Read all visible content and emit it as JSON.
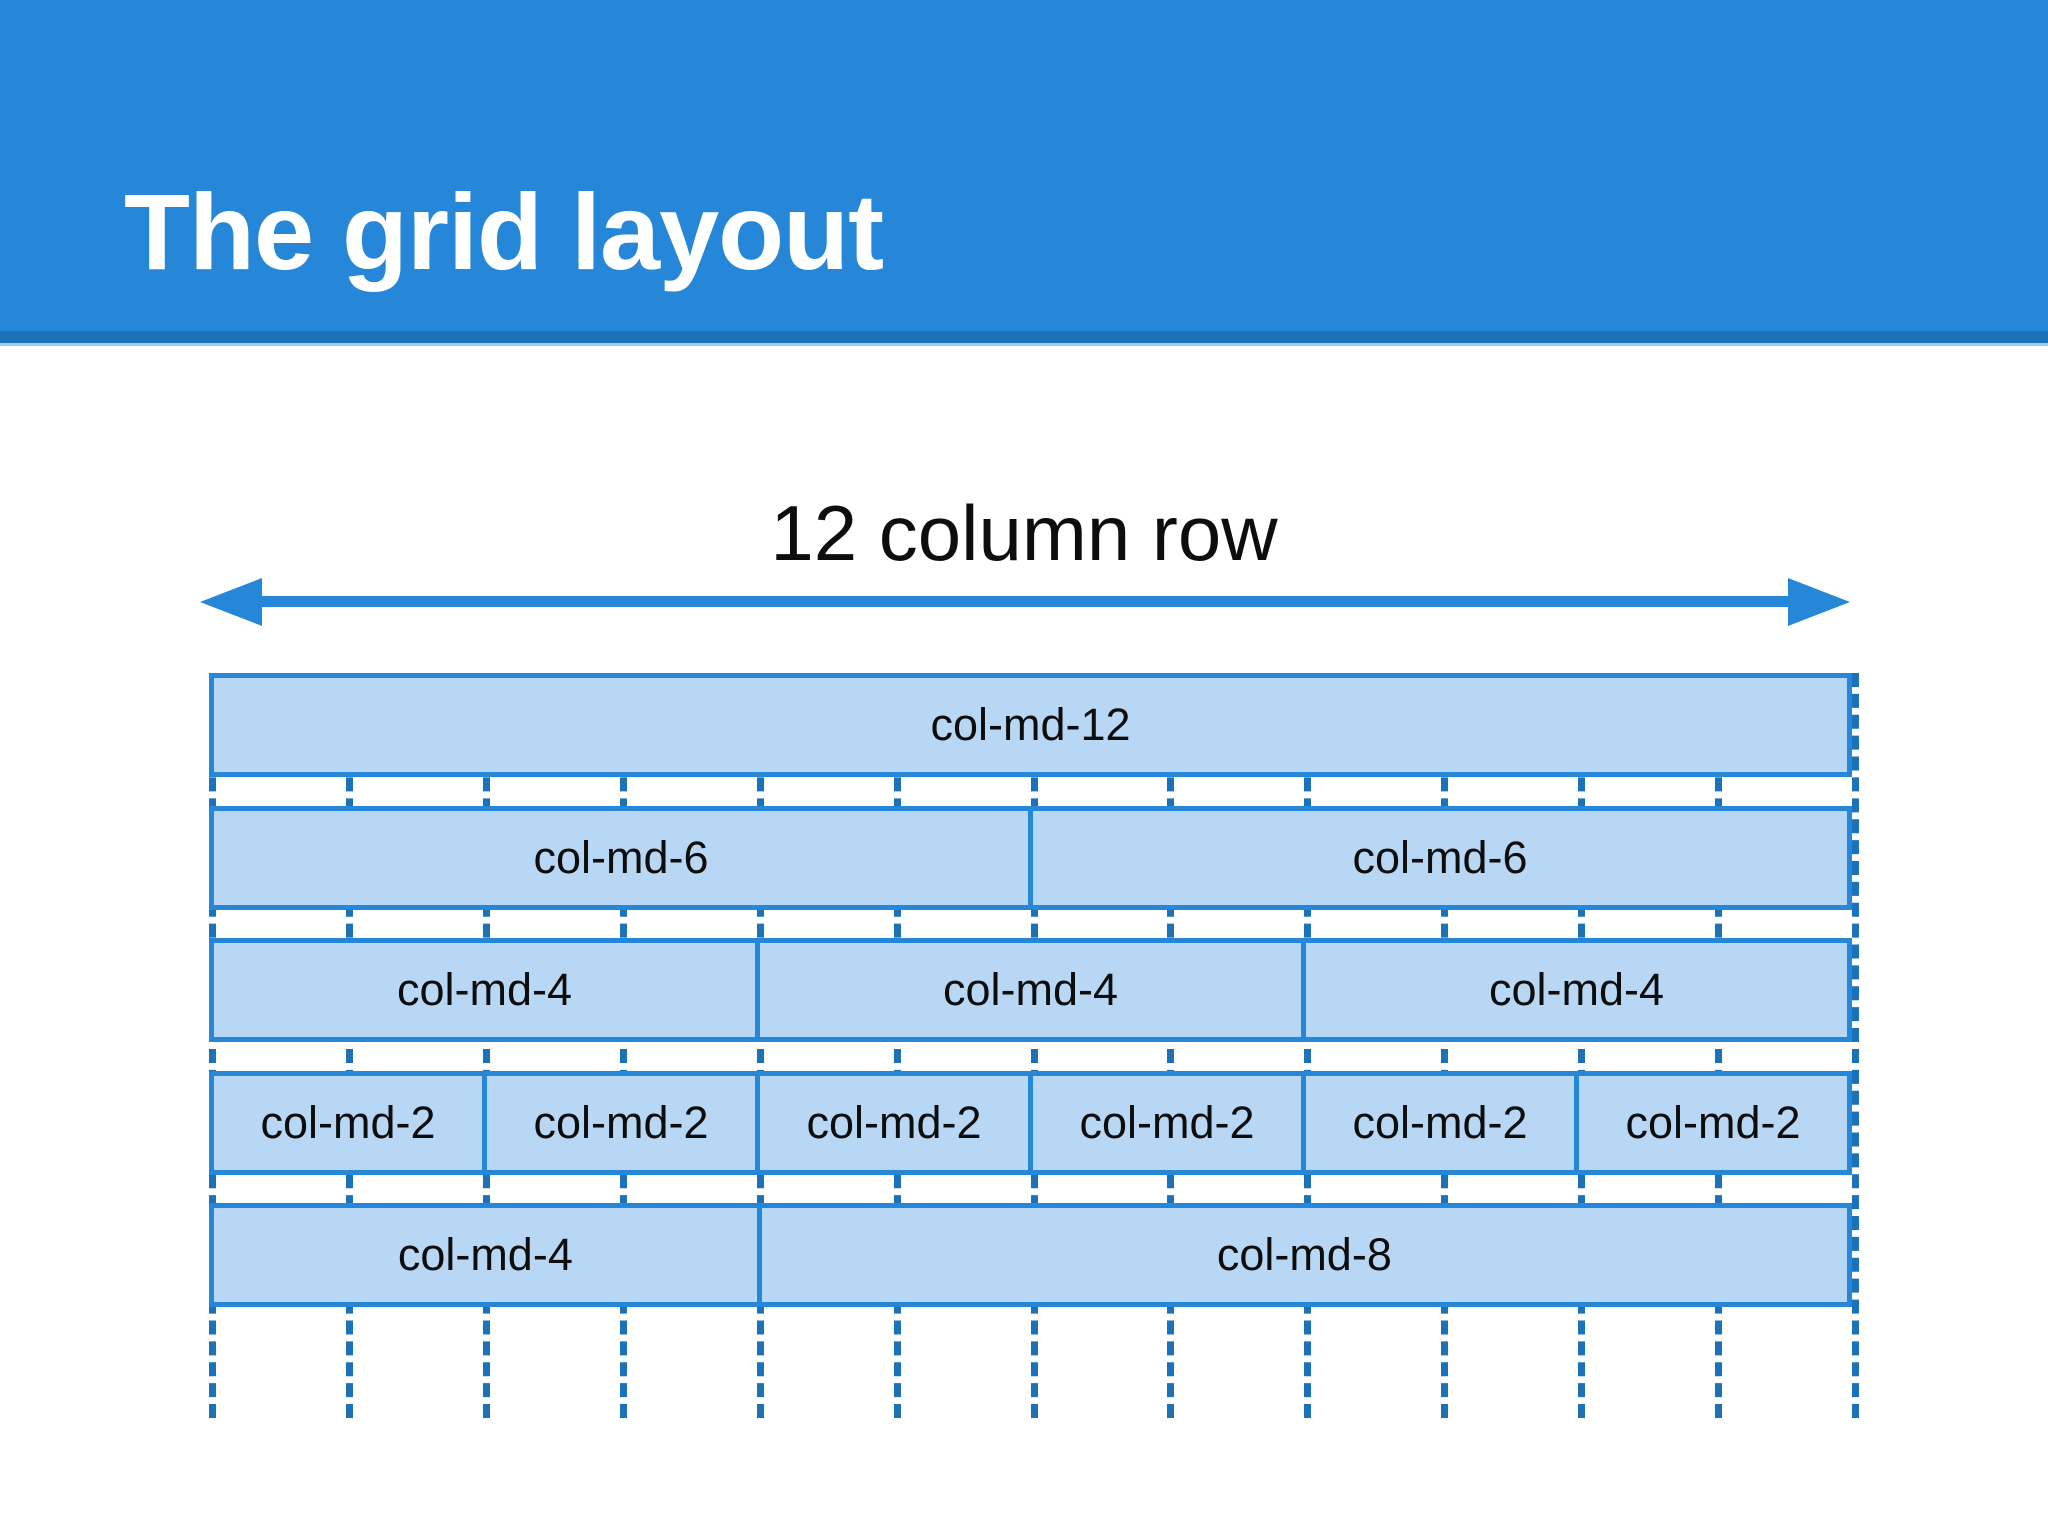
{
  "slide": {
    "title": "The grid layout",
    "caption": "12 column row",
    "colors": {
      "header_blue": "#2687D8",
      "header_stripe": "#1C72B8",
      "header_hairline": "#9FCBEC",
      "cell_fill": "#B8D7F4",
      "cell_border": "#2687D8",
      "guide_dash": "#1C72B8",
      "text": "#0D0D0D",
      "title_text": "#FFFFFF",
      "background": "#FFFFFF"
    }
  },
  "diagram": {
    "columns": 12,
    "guide_count": 13,
    "arrow": {
      "name": "double-headed-arrow",
      "direction": "both"
    },
    "rows": [
      {
        "index": 1,
        "cells": [
          {
            "span": 12,
            "label": "col-md-12"
          }
        ]
      },
      {
        "index": 2,
        "cells": [
          {
            "span": 6,
            "label": "col-md-6"
          },
          {
            "span": 6,
            "label": "col-md-6"
          }
        ]
      },
      {
        "index": 3,
        "cells": [
          {
            "span": 4,
            "label": "col-md-4"
          },
          {
            "span": 4,
            "label": "col-md-4"
          },
          {
            "span": 4,
            "label": "col-md-4"
          }
        ]
      },
      {
        "index": 4,
        "cells": [
          {
            "span": 2,
            "label": "col-md-2"
          },
          {
            "span": 2,
            "label": "col-md-2"
          },
          {
            "span": 2,
            "label": "col-md-2"
          },
          {
            "span": 2,
            "label": "col-md-2"
          },
          {
            "span": 2,
            "label": "col-md-2"
          },
          {
            "span": 2,
            "label": "col-md-2"
          }
        ]
      },
      {
        "index": 5,
        "cells": [
          {
            "span": 4,
            "label": "col-md-4"
          },
          {
            "span": 8,
            "label": "col-md-8"
          }
        ]
      }
    ]
  }
}
